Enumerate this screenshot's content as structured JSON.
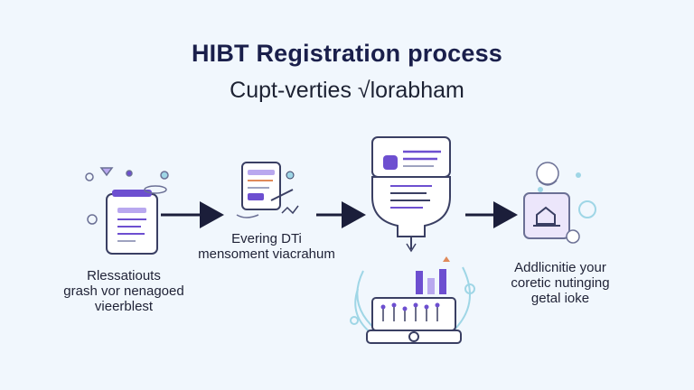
{
  "title": "HIBT Registration process",
  "subtitle": "Cupt-verties √lorabham",
  "steps": [
    {
      "lines": [
        "Rlessatiouts",
        "grash vor nenagoed",
        "vieerblest"
      ]
    },
    {
      "lines": [
        "Evering DTi",
        "mensoment viacrahum"
      ]
    },
    {
      "lines": [
        "Addlicnitie your",
        "coretic nutinging",
        "getal ioke"
      ]
    }
  ],
  "colors": {
    "accent": "#6d4fd0",
    "accent_light": "#b9a8ef",
    "dark": "#1a1f4b",
    "arrow": "#1b1e3a",
    "bubble": "#9fd6e6",
    "background": "#f1f7fd"
  },
  "icons": [
    "document-icon",
    "tablet-icon",
    "monitor-icon",
    "laptop-icon",
    "device-box-icon",
    "arrow-right-icon"
  ]
}
